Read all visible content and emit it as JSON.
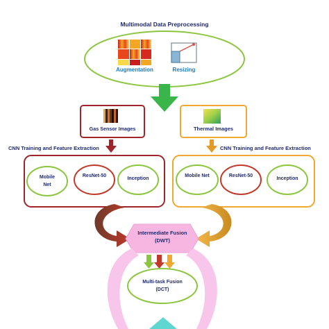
{
  "top_title": "Multimodal Data Preprocessing",
  "augmentation_label": "Augmentation",
  "resizing_label": "Resizing",
  "gas_box_label": "Gas Sensor Images",
  "thermal_box_label": "Thermal Images",
  "left_cnn_title": "CNN Training and Feature Extraction",
  "right_cnn_title": "CNN Training and Feature Extraction",
  "left_models": [
    "Mobile Net",
    "ResNet-50",
    "Inception"
  ],
  "right_models": [
    "Mobile Net",
    "ResNet-50",
    "Inception"
  ],
  "fusion_dwt_label": "Intermediate Fusion (DWT)",
  "fusion_dct_label": "Multi-task Fusion (DCT)",
  "colors": {
    "text": "#1f2a6e",
    "green_outline": "#8cc63f",
    "red_outline": "#a0242c",
    "gold_outline": "#f0a830",
    "green_arrow": "#39b54a",
    "hexagon_fill": "#f7b6e2",
    "fusion_outline": "#d6c58a"
  }
}
